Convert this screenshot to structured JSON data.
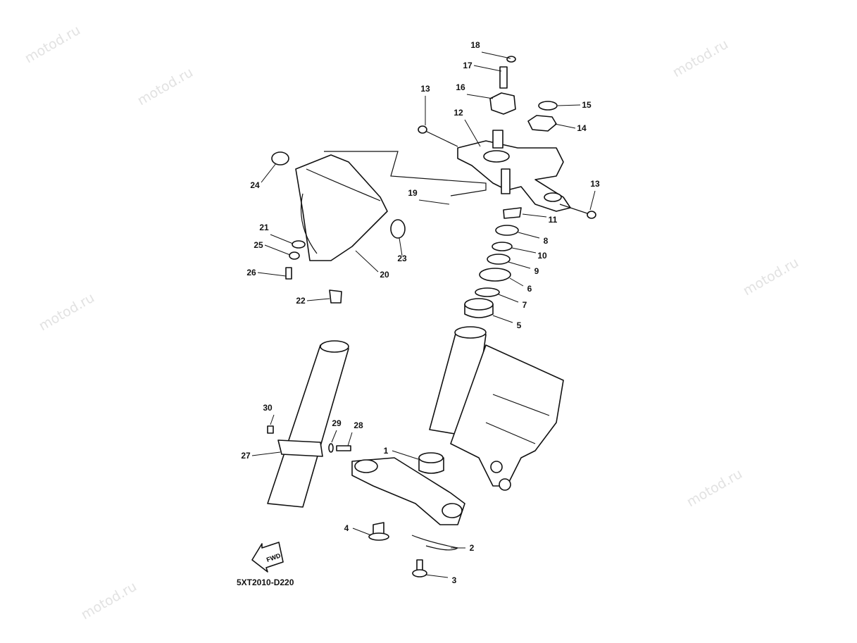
{
  "watermark": "motod.ru",
  "diagram_code": "5XT2010-D220",
  "fwd_label": "FWD",
  "callouts": [
    "18",
    "17",
    "16",
    "15",
    "14",
    "13",
    "12",
    "13",
    "11",
    "19",
    "8",
    "10",
    "9",
    "6",
    "7",
    "5",
    "24",
    "21",
    "25",
    "26",
    "22",
    "20",
    "23",
    "30",
    "29",
    "28",
    "27",
    "1",
    "4",
    "2",
    "3"
  ]
}
